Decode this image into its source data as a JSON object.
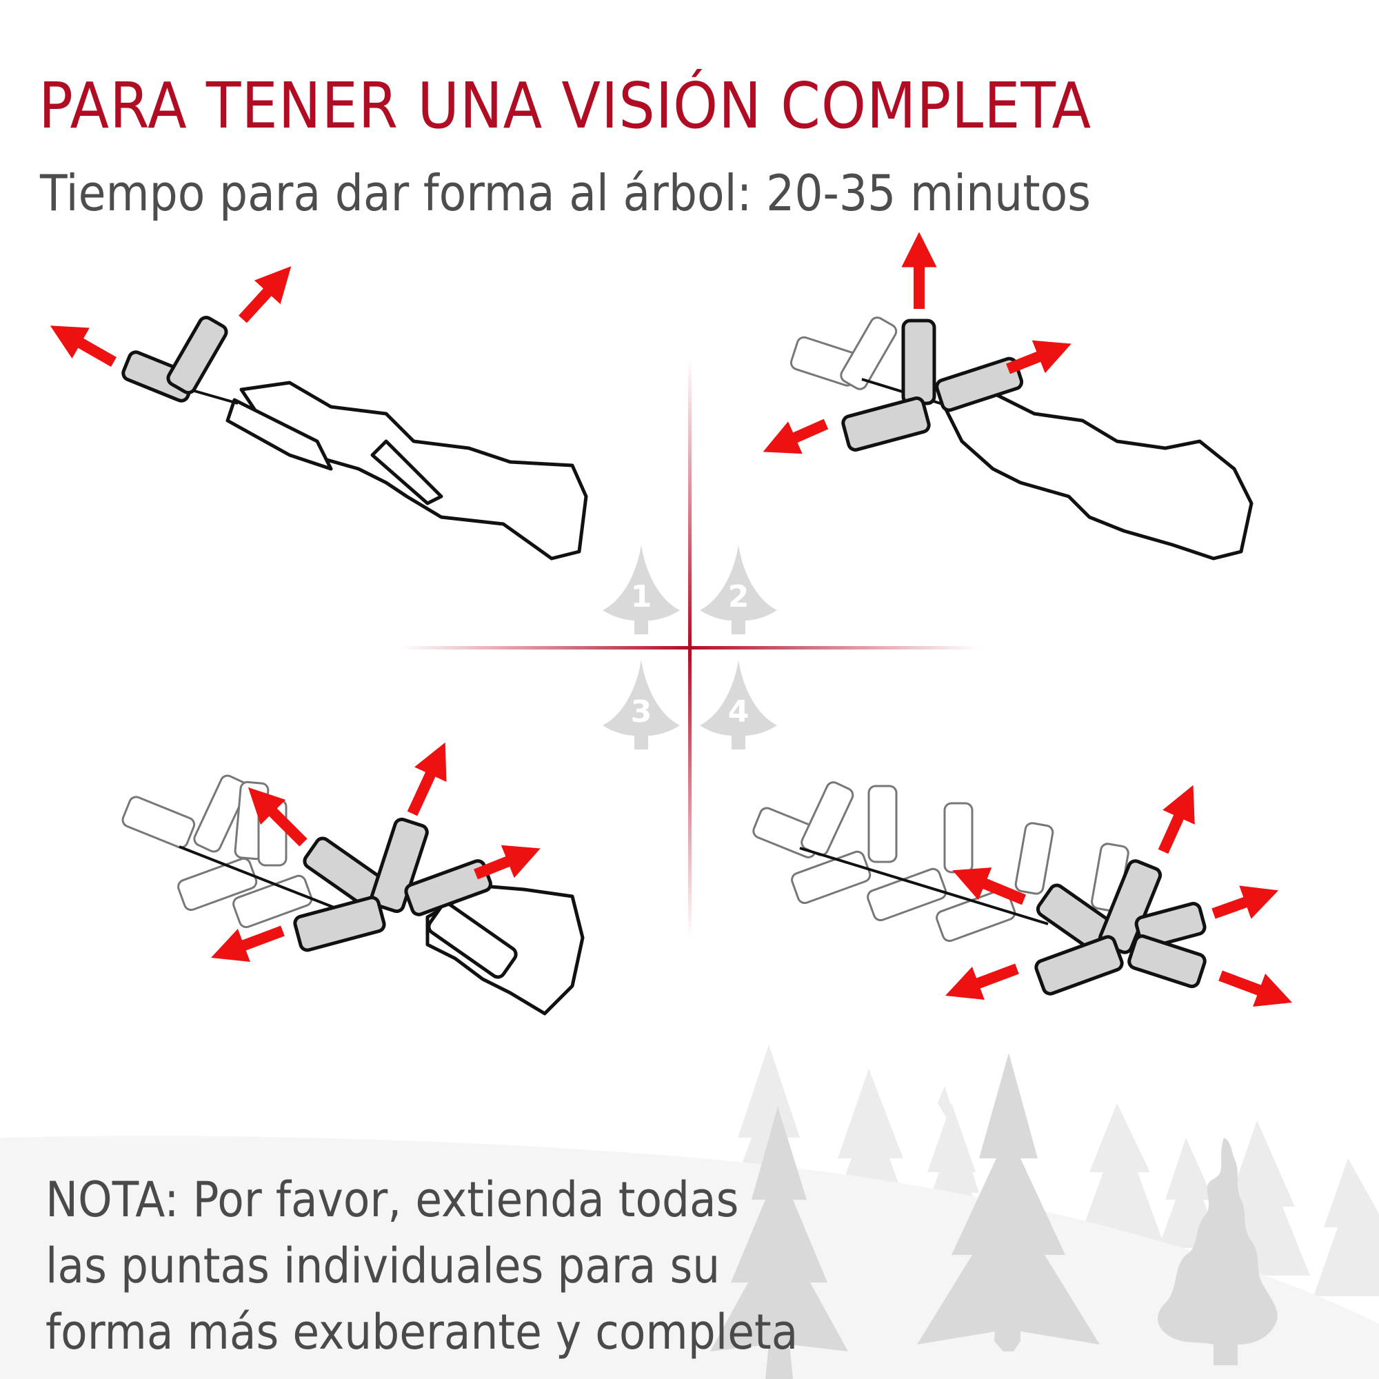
{
  "header": {
    "title": "PARA TENER UNA VISIÓN COMPLETA",
    "subtitle": "Tiempo para dar forma al árbol: 20-35 minutos"
  },
  "steps": [
    {
      "number": "1",
      "position": "top-left",
      "description": "branch with 2 tips spread (arrows outward)"
    },
    {
      "number": "2",
      "position": "top-right",
      "description": "branch with 4 tips spread (arrows outward)"
    },
    {
      "number": "3",
      "position": "bottom-left",
      "description": "multiple tip layers spread (arrows outward)"
    },
    {
      "number": "4",
      "position": "bottom-right",
      "description": "all tip layers fully spread (arrows outward)"
    }
  ],
  "note": {
    "lines": [
      "NOTA: Por favor, extienda todas",
      "las puntas individuales para su",
      "forma más exuberante y completa"
    ]
  },
  "colors": {
    "title": "#b00d24",
    "text": "#4d4d4d",
    "arrow": "#ee1111",
    "divider": "#b00d24",
    "step_badge": "#d9d9d9",
    "tip_fill": "#d4d4d4",
    "snow": "#f5f5f5",
    "background_trees": "#e9e9e9",
    "foreground_trees": "#d9d9d9"
  },
  "icons": [
    "arrow-icon",
    "tree-step-icon",
    "branch-illustration",
    "tree-silhouette-icon"
  ]
}
